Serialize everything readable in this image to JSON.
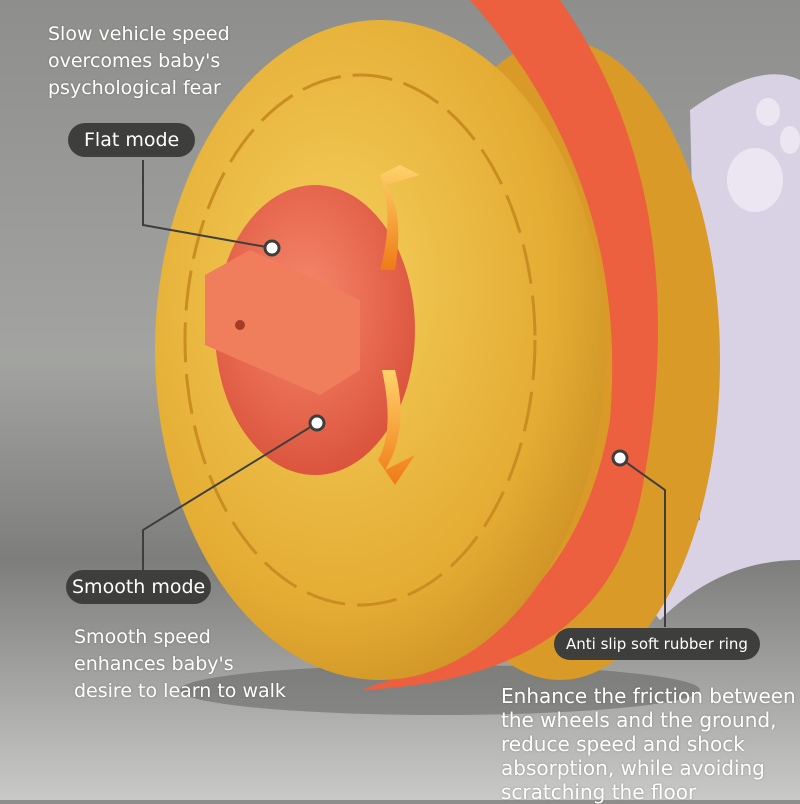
{
  "annotations": {
    "top_caption": "Slow vehicle speed\novercomes baby's\npsychological fear",
    "flat_mode": "Flat mode",
    "smooth_mode": "Smooth mode",
    "smooth_caption": "Smooth speed\nenhances baby's\ndesire to learn to walk",
    "rubber_ring": "Anti slip soft rubber ring",
    "rubber_caption": "Enhance the friction between\nthe wheels and the ground,\nreduce speed and shock\nabsorption, while avoiding\nscratching the floor"
  },
  "colors": {
    "wheel": "#e9b43a",
    "ring": "#ec5f3f",
    "hub": "#ef6f53",
    "arrow": "#f59a1c",
    "pill": "#3e3f3d"
  }
}
